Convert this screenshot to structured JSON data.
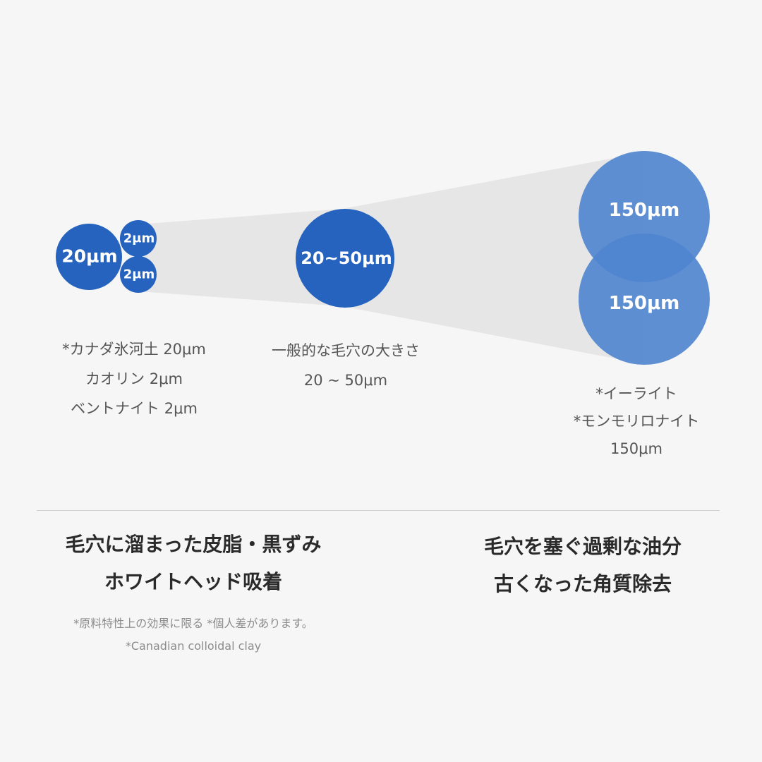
{
  "diagram": {
    "circles": {
      "clay": "20μm",
      "kaolin": "2μm",
      "bentonite": "2μm",
      "pore": "20~50μm",
      "illite": "150μm",
      "montmorillonite": "150μm"
    },
    "colors": {
      "dark_blue": "#2563be",
      "light_blue": "#4f84cf",
      "beam": "#e6e6e6",
      "background": "#f6f6f6"
    }
  },
  "captions": {
    "left": [
      "*カナダ氷河土  20μm",
      "カオリン  2μm",
      "ベントナイト  2μm"
    ],
    "middle": [
      "一般的な毛穴の大きさ",
      "20 ~ 50μm"
    ],
    "right": [
      "*イーライト",
      "*モンモリロナイト",
      "150μm"
    ]
  },
  "benefits": {
    "left": [
      "毛穴に溜まった皮脂・黒ずみ",
      "ホワイトヘッド吸着"
    ],
    "right": [
      "毛穴を塞ぐ過剰な油分",
      "古くなった角質除去"
    ]
  },
  "notes": [
    "*原料特性上の効果に限る *個人差があります。",
    "*Canadian colloidal clay"
  ]
}
